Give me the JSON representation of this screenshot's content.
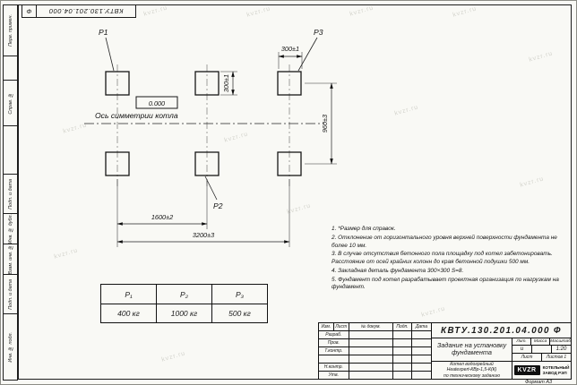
{
  "watermark": "kvzr.ru",
  "page": {
    "format_note": "Формат А3"
  },
  "margin_labels": {
    "perv": "Перв. примен.",
    "sprav": "Справ. №",
    "podp1": "Подп. и дата",
    "inv_dubl": "Инв. № дубл.",
    "vzam": "Взам. инв. №",
    "podp2": "Подп. и дата",
    "inv_podl": "Инв. № подл."
  },
  "top_stamp": {
    "number": "КВТУ.130.201.04.000",
    "suffix": "Ф"
  },
  "drawing": {
    "p1": "Р1",
    "p2": "Р2",
    "p3": "Р3",
    "elevation": "0.000",
    "axis_label": "Ось симметрии котла",
    "dim_300_h": "300±1",
    "dim_300_v": "300±1",
    "dim_960": "960±3",
    "dim_1600": "1600±2",
    "dim_3200": "3200±3"
  },
  "notes": [
    "1. *Размер для справок.",
    "2. Отклонение от горизонтального уровня верхней поверхности фундамента не более 10 мм.",
    "3. В случае отсутствия бетонного пола площадку под котел забетонировать. Расстояние от осей крайних колонн до края бетонной подушки 500 мм.",
    "4. Закладная деталь фундамента 300×300 S=8.",
    "5. Фундамент под котел разрабатывает проектная организация по нагрузкам на фундамент."
  ],
  "load_table": {
    "headers": [
      "Р₁",
      "Р₂",
      "Р₃"
    ],
    "values": [
      "400 кг",
      "1000 кг",
      "500 кг"
    ]
  },
  "title_block": {
    "doc_number": "КВТУ.130.201.04.000 Ф",
    "header": [
      "Изм.",
      "Лист",
      "№ докум.",
      "Подп.",
      "Дата"
    ],
    "roles": [
      "Разраб.",
      "Пров.",
      "Т.контр.",
      "",
      "Н.контр.",
      "Утв."
    ],
    "title": "Задание на установку фундамента",
    "lit_label": "Лит.",
    "lit_value": "и",
    "mass_label": "Масса",
    "scale_label": "Масштаб",
    "scale_value": "1:20",
    "sheet_label": "Лист",
    "sheets_label": "Листов",
    "sheets_value": "1",
    "product_line1": "Котел водогрейный",
    "product_line2": "Heatexpert-КВр-1,5-К(К)",
    "product_line3": "по техническому заданию",
    "logo_text": "KVZR",
    "company_line1": "КОТЕЛЬНЫЙ",
    "company_line2": "ЗАВОД РЭП"
  }
}
